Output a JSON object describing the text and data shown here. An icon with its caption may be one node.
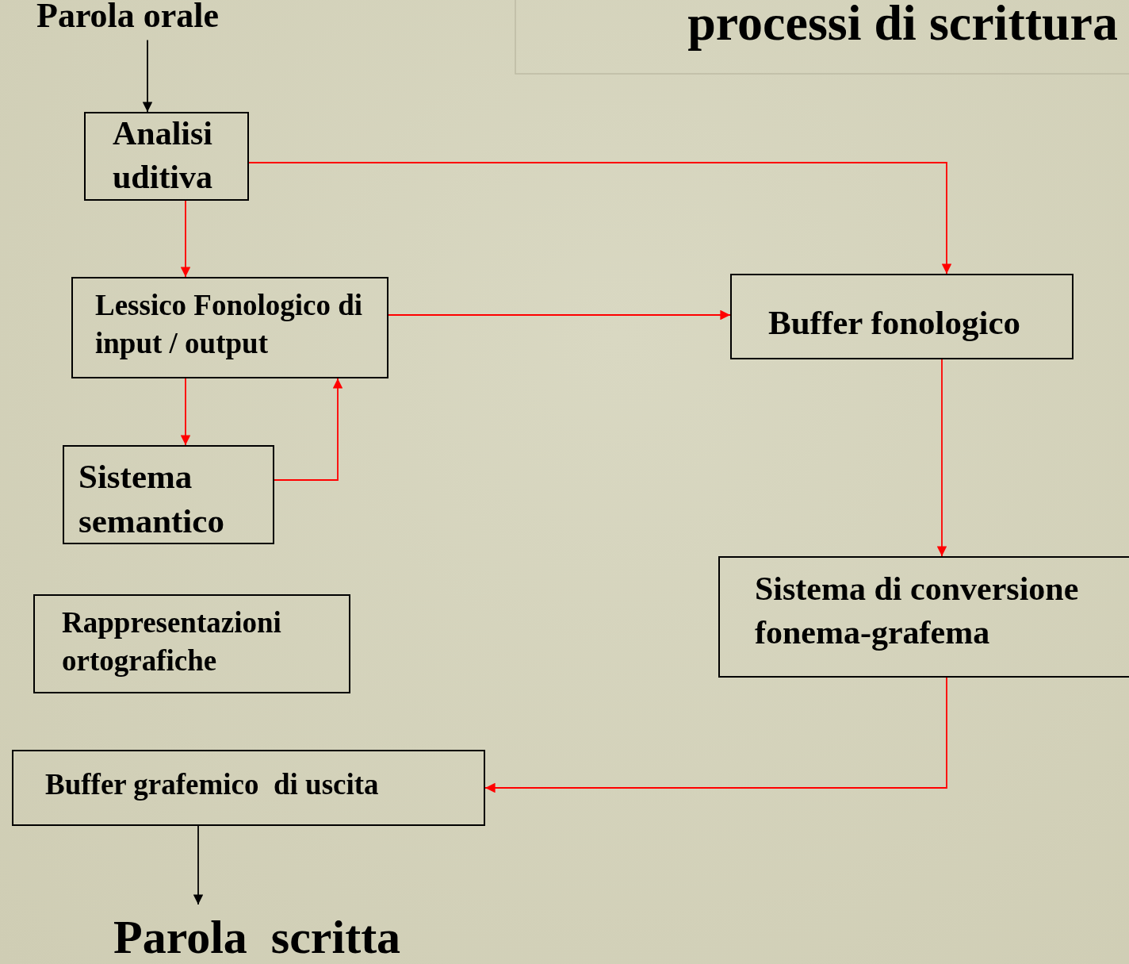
{
  "diagram": {
    "title": "processi di scrittura",
    "nodes": [
      {
        "text": [
          "Parola orale"
        ]
      },
      {
        "text": [
          "Analisi uditiva"
        ]
      },
      {
        "text": [
          "Lessico Fonologico di input / output"
        ]
      },
      {
        "text": [
          "Sistema semantico"
        ]
      },
      {
        "text": [
          "Rappresentazioni ortografiche"
        ]
      },
      {
        "text": [
          "Buffer grafemico  di uscita"
        ]
      },
      {
        "text": [
          "Parola  scritta"
        ]
      },
      {
        "text": [
          "Buffer fonologico"
        ]
      },
      {
        "text": [
          "Sistema di conversione fonema-grafema"
        ]
      }
    ],
    "edges": [
      {
        "from": 0,
        "to": 1,
        "arrow": "to",
        "color": "#000000"
      },
      {
        "from": 1,
        "to": 2,
        "arrow": "to"
      },
      {
        "from": 1,
        "to": 7,
        "arrow": "to"
      },
      {
        "from": 2,
        "to": 7,
        "arrow": "to"
      },
      {
        "from": 2,
        "to": 3,
        "arrow": "to"
      },
      {
        "from": 3,
        "to": 2,
        "arrow": "to"
      },
      {
        "from": 7,
        "to": 8,
        "arrow": "to"
      },
      {
        "from": 8,
        "to": 5,
        "arrow": "to"
      },
      {
        "from": 5,
        "to": 6,
        "arrow": "to",
        "color": "#000000"
      }
    ]
  }
}
